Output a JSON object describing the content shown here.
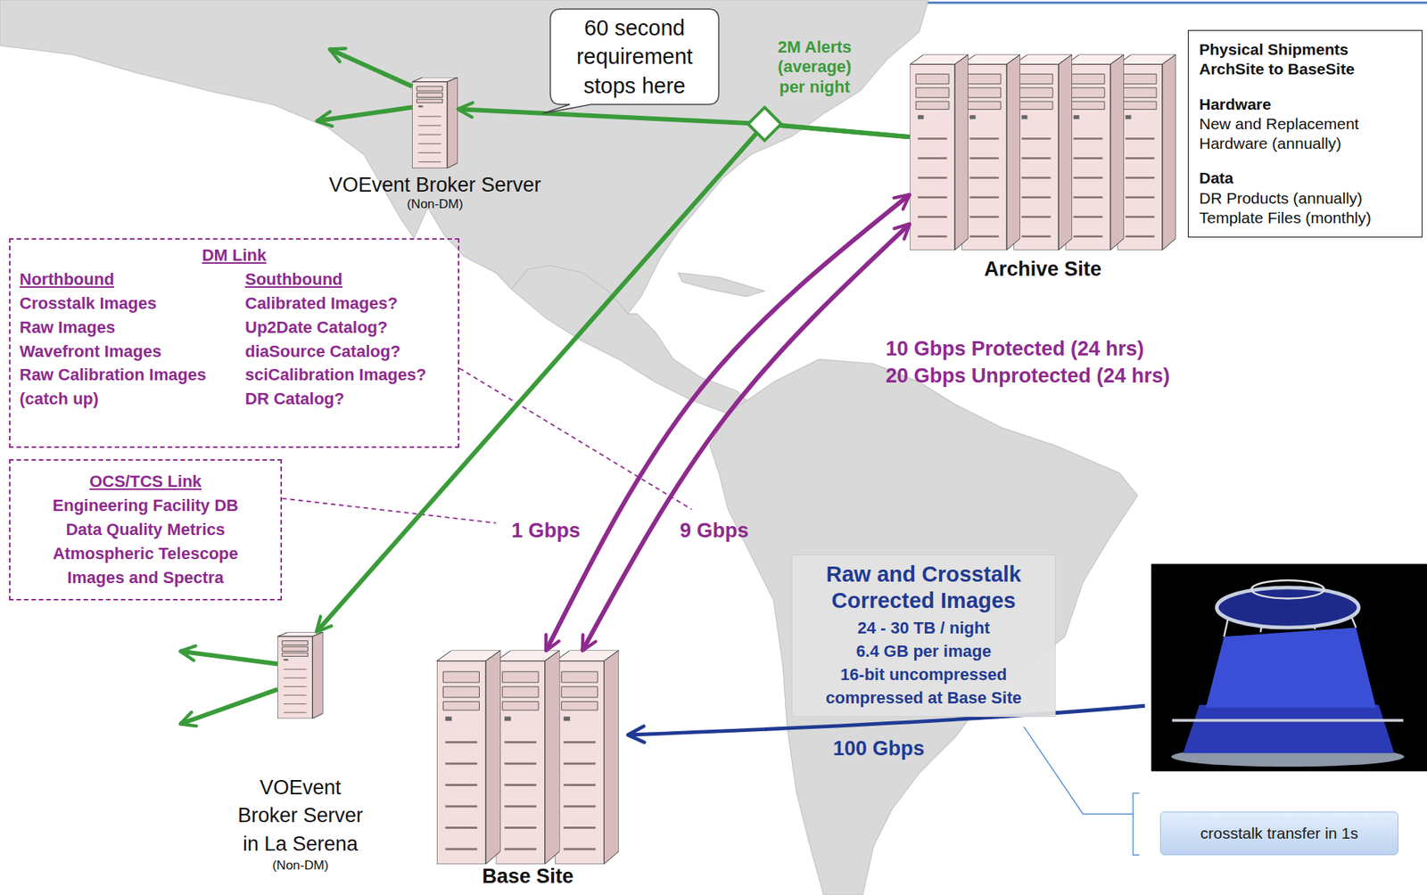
{
  "diagram": {
    "nodes": [
      {
        "text": [
          "VOEvent Broker Server",
          "(Non-DM)"
        ]
      },
      {
        "text": [
          "Archive Site"
        ]
      },
      {
        "text": [
          "Physical Shipments ArchSite to BaseSite",
          "Hardware",
          "New and Replacement Hardware (annually)",
          "Data",
          "DR Products (annually)",
          "Template Files (monthly)"
        ]
      },
      {
        "text": [
          "60 second requirement stops here"
        ]
      },
      {
        "text": [
          "DM Link",
          "Northbound",
          "Crosstalk Images",
          "Raw Images",
          "Wavefront Images",
          "Raw Calibration Images",
          "(catch up)",
          "Southbound",
          "Calibrated Images?",
          "Up2Date Catalog?",
          "diaSource Catalog?",
          "sciCalibration Images?",
          "DR Catalog?"
        ]
      },
      {
        "text": [
          "OCS/TCS Link",
          "Engineering Facility DB",
          "Data Quality Metrics",
          "Atmospheric Telescope Images and Spectra"
        ]
      },
      {
        "text": [
          "Raw and Crosstalk Corrected Images",
          "24 - 30 TB / night",
          "6.4 GB per image",
          "16-bit uncompressed",
          "compressed at Base Site"
        ]
      },
      {
        "text": [
          "VOEvent Broker Server in La Serena",
          "(Non-DM)"
        ]
      },
      {
        "text": [
          "Base Site"
        ]
      },
      {
        "text": [
          "crosstalk transfer in 1s"
        ]
      }
    ],
    "edges": [
      {
        "from": 1,
        "to": 0,
        "arrow": "to",
        "label": "2M Alerts (average) per night"
      },
      {
        "from": 1,
        "to": 7,
        "arrow": "to"
      },
      {
        "from": 8,
        "to": 1,
        "arrow": "both",
        "label": "1 Gbps"
      },
      {
        "from": 8,
        "to": 1,
        "arrow": "both",
        "label": "9 Gbps"
      }
    ],
    "labels": [
      "10 Gbps Protected (24 hrs)",
      "20 Gbps Unprotected (24 hrs)",
      "100 Gbps"
    ]
  }
}
